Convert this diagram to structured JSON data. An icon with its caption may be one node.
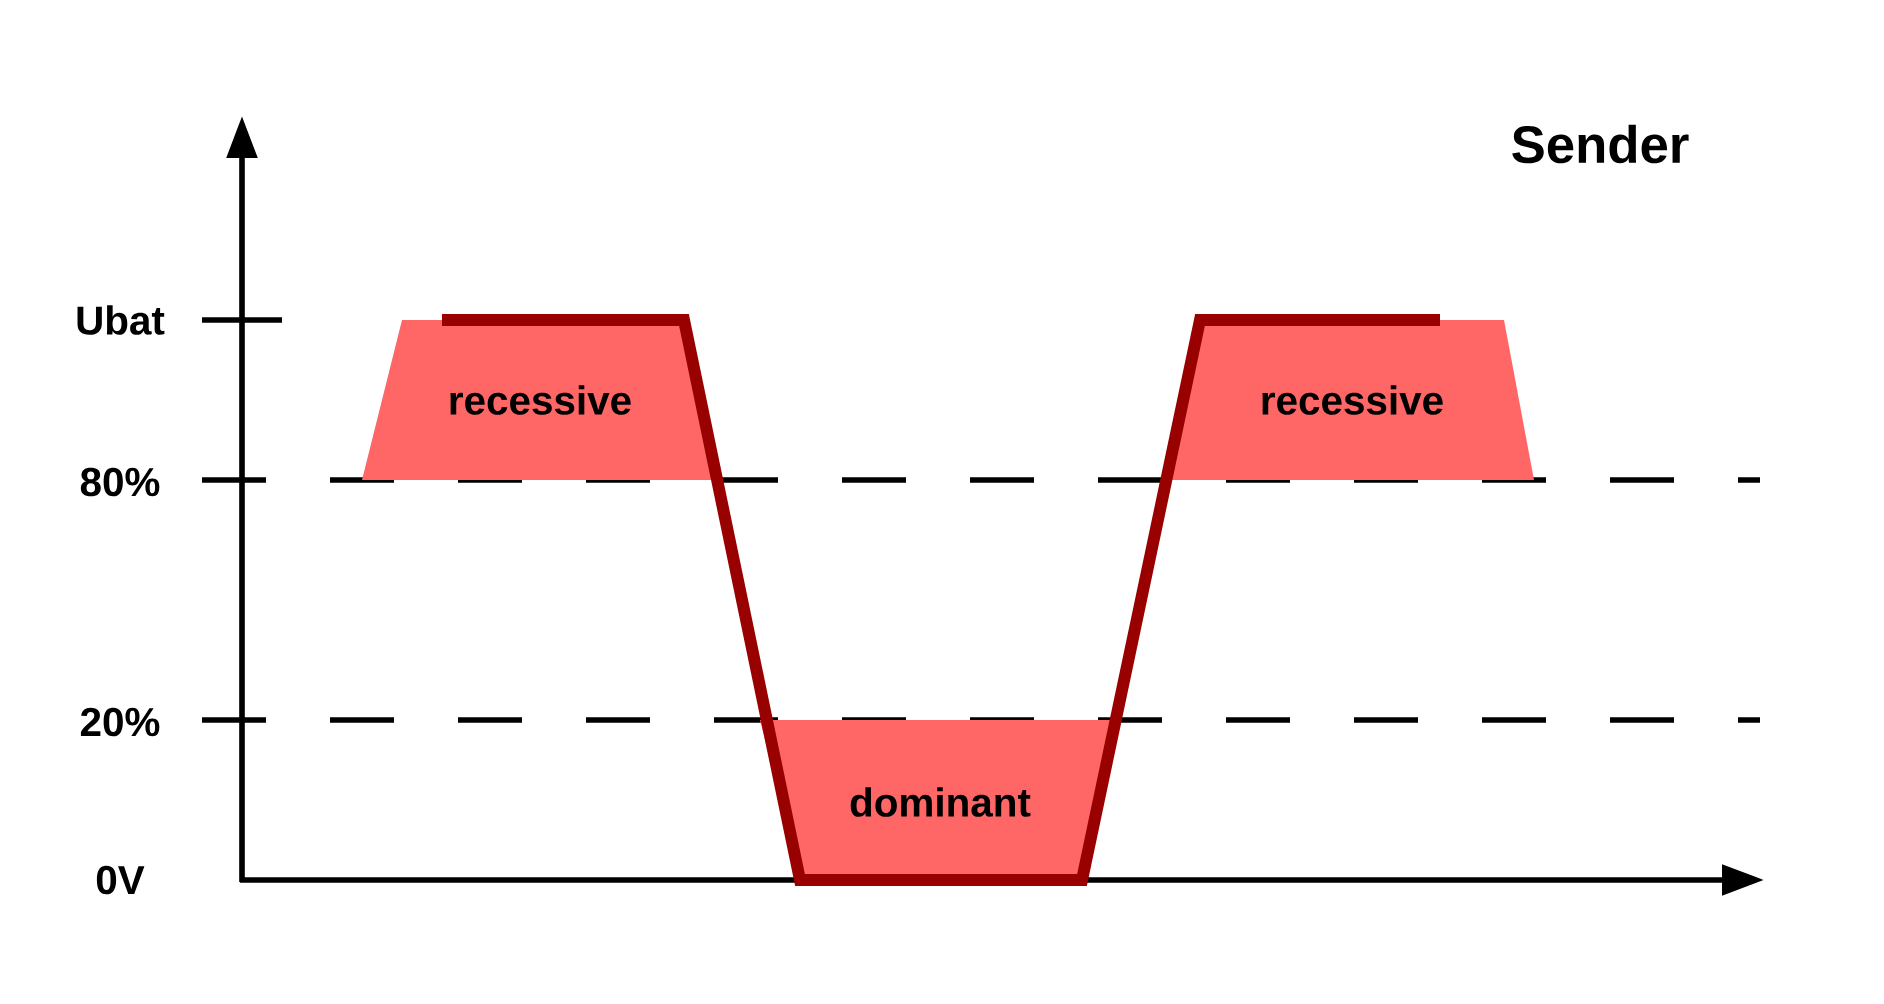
{
  "diagram": {
    "nodes": [
      {
        "text": [
          "recessive"
        ]
      },
      {
        "text": [
          "dominant"
        ]
      },
      {
        "text": [
          "recessive"
        ]
      }
    ],
    "labels": [
      "Sender",
      "Ubat",
      "80%",
      "20%",
      "0V"
    ]
  }
}
